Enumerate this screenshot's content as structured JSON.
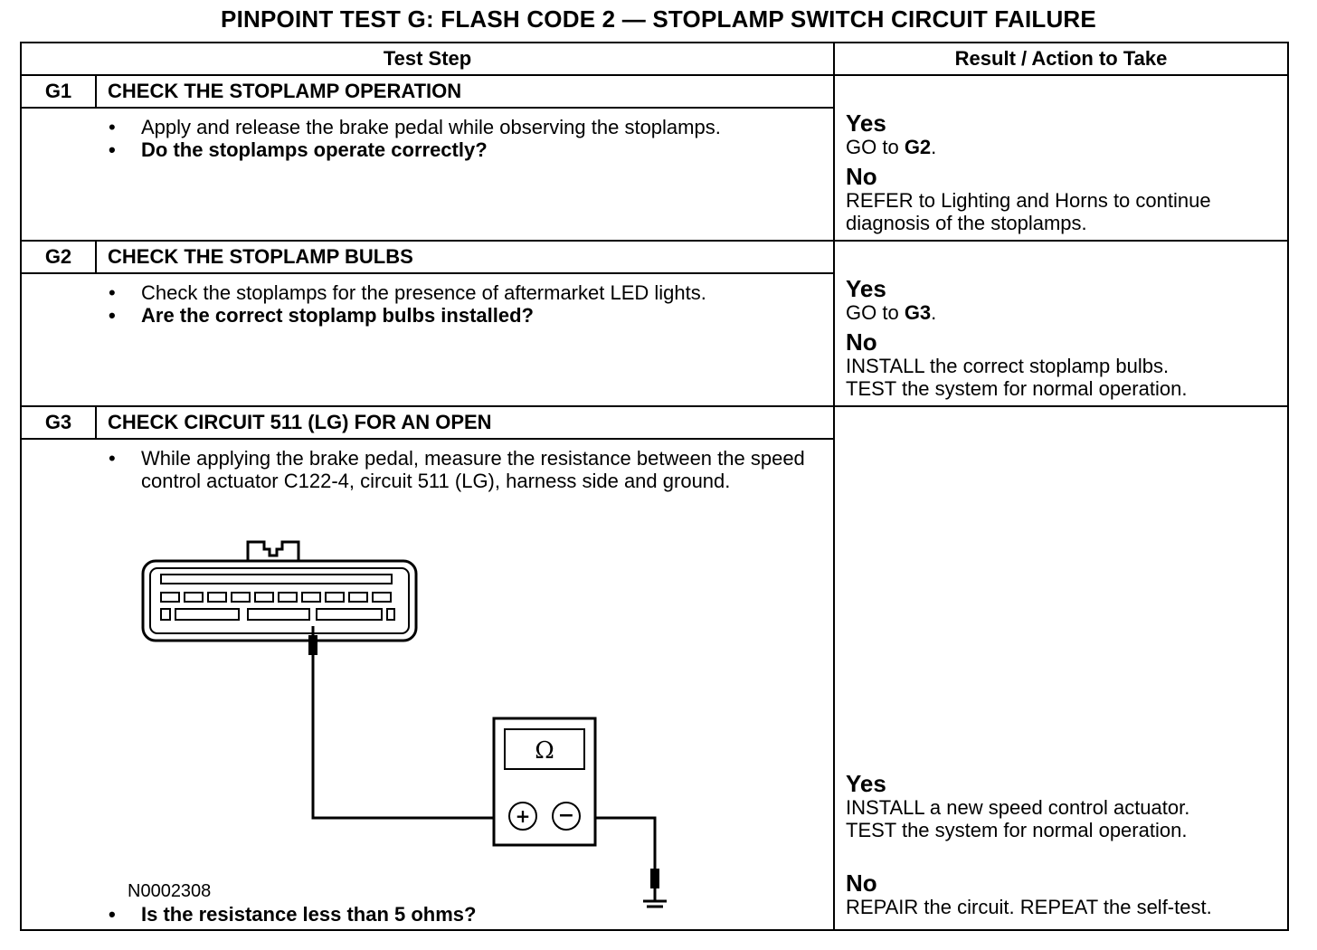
{
  "title": "PINPOINT TEST  G: FLASH CODE 2 — STOPLAMP SWITCH CIRCUIT FAILURE",
  "headers": {
    "test_step": "Test Step",
    "result": "Result / Action to Take"
  },
  "steps": [
    {
      "id": "G1",
      "heading": "CHECK THE STOPLAMP OPERATION",
      "bullets": [
        "Apply and release the brake pedal while observing the stoplamps."
      ],
      "question": "Do the stoplamps operate correctly?",
      "yes_label": "Yes",
      "yes_pre": "GO to ",
      "yes_ref": "G2",
      "yes_post": ".",
      "no_label": "No",
      "no_text": "REFER to Lighting and Horns to continue diagnosis of the stoplamps."
    },
    {
      "id": "G2",
      "heading": "CHECK THE STOPLAMP BULBS",
      "bullets": [
        "Check the stoplamps for the presence of aftermarket LED lights."
      ],
      "question": "Are the correct stoplamp bulbs installed?",
      "yes_label": "Yes",
      "yes_pre": "GO to ",
      "yes_ref": "G3",
      "yes_post": ".",
      "no_label": "No",
      "no_text_1": "INSTALL the correct stoplamp bulbs.",
      "no_text_2": "TEST the system for normal operation."
    },
    {
      "id": "G3",
      "heading": "CHECK CIRCUIT 511 (LG) FOR AN OPEN",
      "bullets": [
        "While applying the brake pedal, measure the resistance between the speed control actuator C122-4, circuit 511 (LG), harness side and ground."
      ],
      "figure_id": "N0002308",
      "meter_symbol": "Ω",
      "question": "Is the resistance less than 5 ohms?",
      "yes_label": "Yes",
      "yes_text_1": "INSTALL a new speed control actuator.",
      "yes_text_2": "TEST the system for normal operation.",
      "no_label": "No",
      "no_text": "REPAIR the circuit. REPEAT the self-test."
    }
  ]
}
